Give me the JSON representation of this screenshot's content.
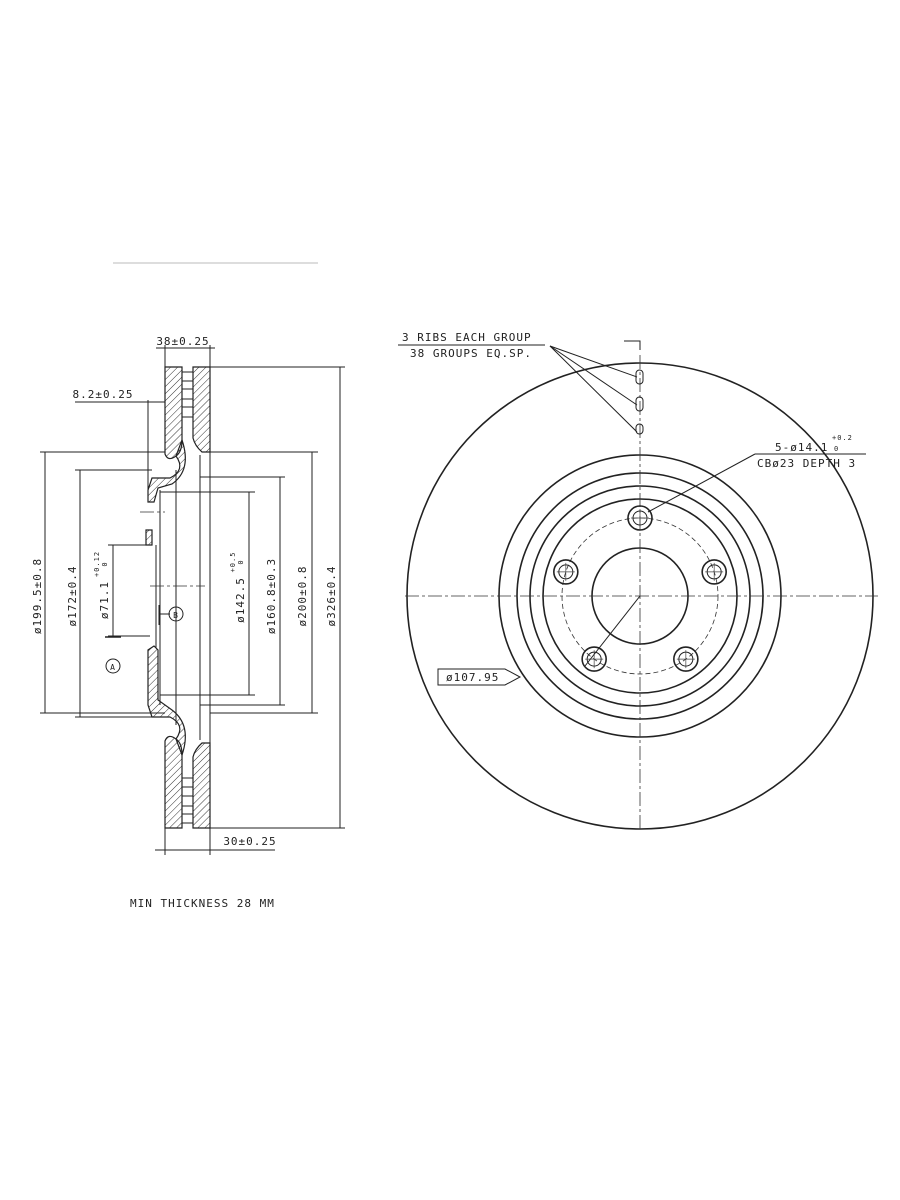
{
  "section_view": {
    "dimensions": {
      "overall_width": "38±0.25",
      "hat_offset": "8.2±0.25",
      "disc_thickness": "30±0.25",
      "d_199_5": "ø199.5±0.8",
      "d_172": "ø172±0.4",
      "d_71_1": "ø71.1",
      "d_71_1_tol_upper": "+0.12",
      "d_71_1_tol_lower": "0",
      "d_142_5": "ø142.5",
      "d_142_5_tol_upper": "+0.5",
      "d_142_5_tol_lower": "0",
      "d_160_8": "ø160.8±0.3",
      "d_200": "ø200±0.8",
      "d_326": "ø326±0.4"
    },
    "datum_a": "A",
    "datum_b": "B",
    "note": "MIN THICKNESS 28 MM"
  },
  "front_view": {
    "ribs_note_line1": "3 RIBS EACH GROUP",
    "ribs_note_line2": "38 GROUPS EQ.SP.",
    "holes_note_line1": "5-ø14.1",
    "holes_tol_upper": "+0.2",
    "holes_tol_lower": "0",
    "holes_note_line2": "CBø23 DEPTH 3",
    "bolt_circle": "ø107.95",
    "bolt_hole_count": 5
  }
}
